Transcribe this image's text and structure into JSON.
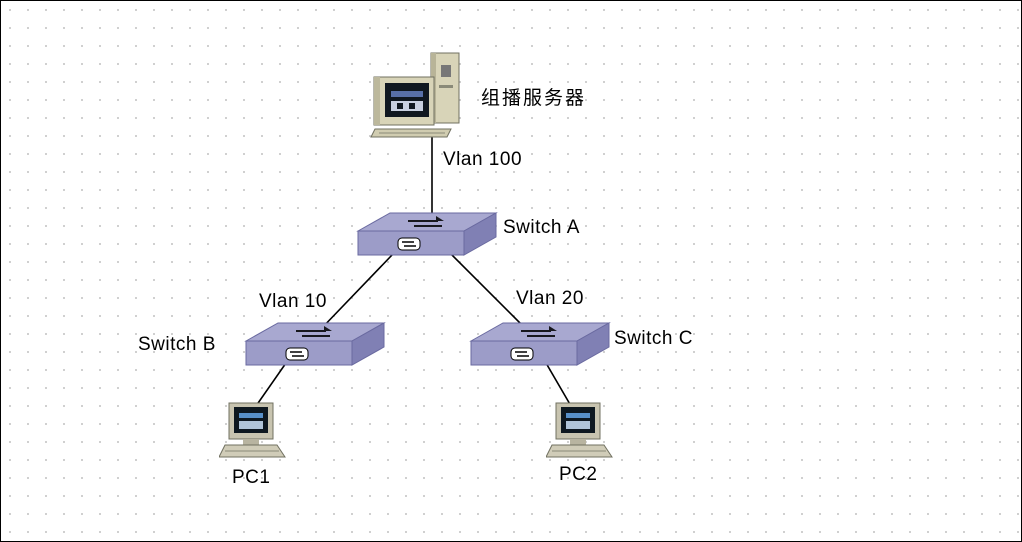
{
  "diagram": {
    "server": {
      "label": "组播服务器",
      "icon": "server-computer-icon"
    },
    "switches": [
      {
        "id": "A",
        "label": "Switch A",
        "icon": "network-switch-icon"
      },
      {
        "id": "B",
        "label": "Switch B",
        "icon": "network-switch-icon"
      },
      {
        "id": "C",
        "label": "Switch C",
        "icon": "network-switch-icon"
      }
    ],
    "pcs": [
      {
        "id": "PC1",
        "label": "PC1",
        "icon": "desktop-pc-icon"
      },
      {
        "id": "PC2",
        "label": "PC2",
        "icon": "desktop-pc-icon"
      }
    ],
    "links": [
      {
        "from": "server",
        "to": "A",
        "label": "Vlan 100"
      },
      {
        "from": "A",
        "to": "B",
        "label": "Vlan 10"
      },
      {
        "from": "A",
        "to": "C",
        "label": "Vlan 20"
      },
      {
        "from": "B",
        "to": "PC1",
        "label": ""
      },
      {
        "from": "C",
        "to": "PC2",
        "label": ""
      }
    ],
    "colors": {
      "switch_top": "#a8a8d0",
      "switch_side": "#8c8cc0",
      "line": "#000000",
      "grid_dots": "#c9c9c9"
    }
  }
}
